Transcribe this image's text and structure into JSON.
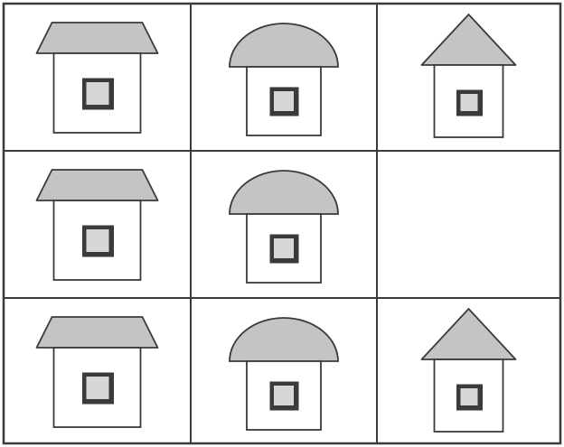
{
  "colors": {
    "paper": "#ffffff",
    "grid_line": "#3a3a3a",
    "roof_fill": "#c4c4c4",
    "outline": "#3a3a3a",
    "window_frame": "#3a3a3a",
    "window_pane": "#d6d6d6"
  },
  "grid": {
    "rows": 3,
    "columns": 3,
    "cells": [
      {
        "row": 1,
        "column": 1,
        "roof": "trapezoid-roof"
      },
      {
        "row": 1,
        "column": 2,
        "roof": "dome-roof"
      },
      {
        "row": 1,
        "column": 3,
        "roof": "triangle-roof"
      },
      {
        "row": 2,
        "column": 1,
        "roof": "trapezoid-roof"
      },
      {
        "row": 2,
        "column": 2,
        "roof": "dome-roof"
      },
      {
        "row": 2,
        "column": 3,
        "roof": "empty"
      },
      {
        "row": 3,
        "column": 1,
        "roof": "trapezoid-roof"
      },
      {
        "row": 3,
        "column": 2,
        "roof": "dome-roof"
      },
      {
        "row": 3,
        "column": 3,
        "roof": "triangle-roof"
      }
    ]
  }
}
